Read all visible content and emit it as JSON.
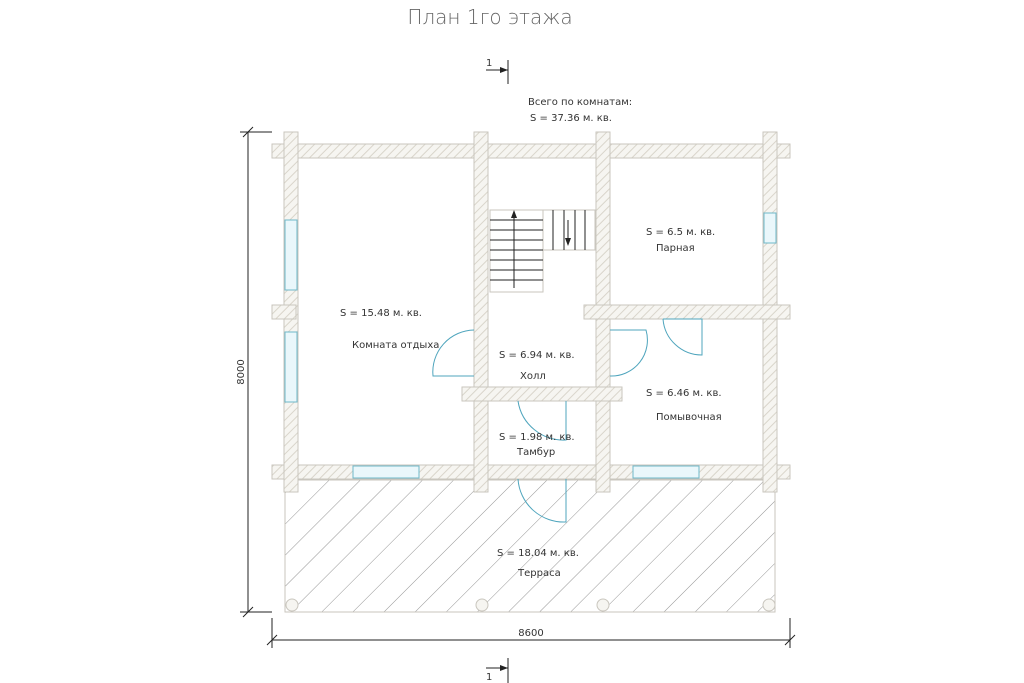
{
  "title": "План 1го этажа",
  "total": {
    "label": "Всего по комнатам:",
    "area": "S   =  37.36 м. кв."
  },
  "section_mark": "1",
  "rooms": [
    {
      "id": "rest",
      "area": "S   =  15.48 м. кв.",
      "name": "Комната отдыха"
    },
    {
      "id": "steam",
      "area": "S   =  6.5 м. кв.",
      "name": "Парная"
    },
    {
      "id": "hall",
      "area": "S   =  6.94 м. кв.",
      "name": "Холл"
    },
    {
      "id": "wash",
      "area": "S   =  6.46 м. кв.",
      "name": "Помывочная"
    },
    {
      "id": "tambour",
      "area": "S   =  1.98 м. кв.",
      "name": "Тамбур"
    },
    {
      "id": "terrace",
      "area": "S   =  18.04 м. кв.",
      "name": "Терраса"
    }
  ],
  "dimensions": {
    "height": "8000",
    "width": "8600"
  }
}
